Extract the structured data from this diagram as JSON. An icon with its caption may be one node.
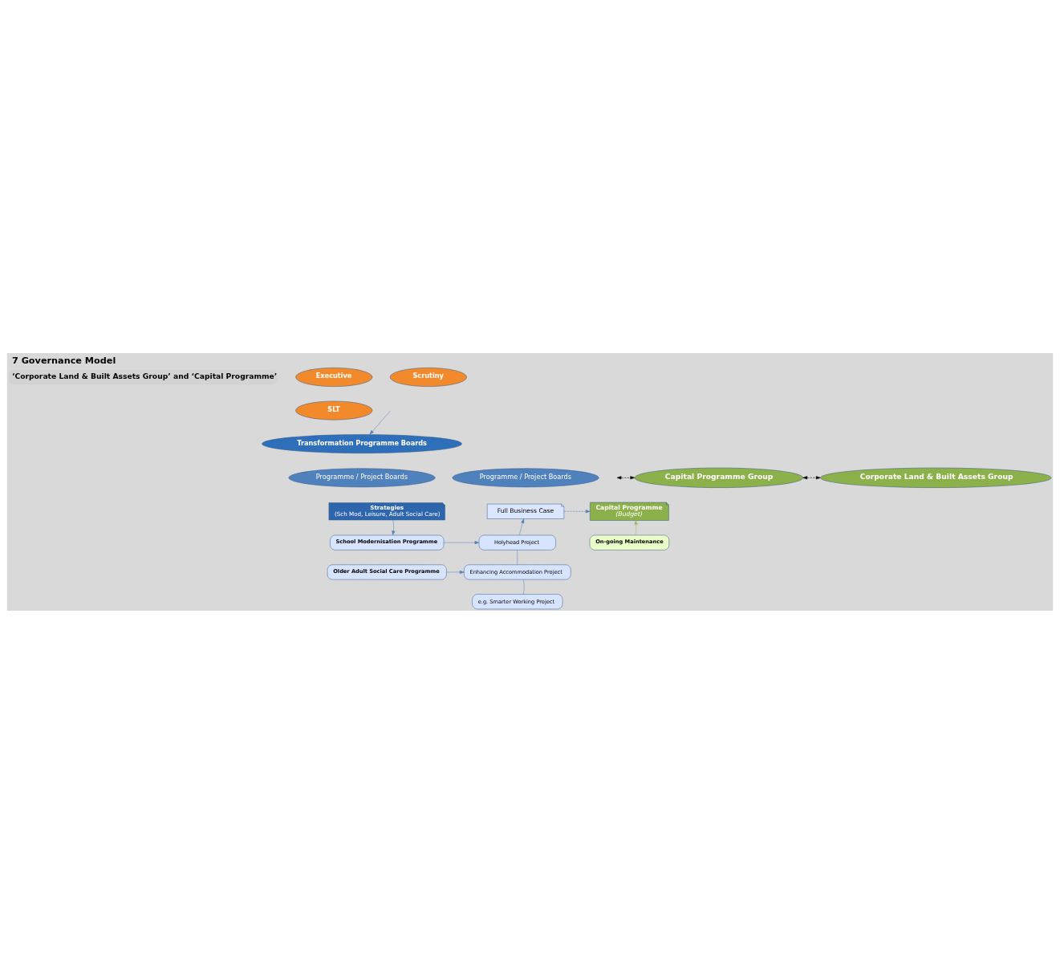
{
  "diagram": {
    "title": "7 Governance Model",
    "nodes": [
      {
        "text": [
          "Executive"
        ]
      },
      {
        "text": [
          "Scrutiny"
        ]
      },
      {
        "text": [
          "SLT"
        ]
      },
      {
        "text": [
          "Transformation Programme Boards"
        ]
      },
      {
        "text": [
          "Programme / Project Boards"
        ]
      },
      {
        "text": [
          "Programme / Project Boards"
        ]
      },
      {
        "text": [
          "Capital Programme Group"
        ]
      },
      {
        "text": [
          "Corporate Land & Built Assets Group"
        ]
      },
      {
        "text": [
          "Strategies",
          "(Sch Mod, Leisure, Adult Social Care)"
        ]
      },
      {
        "text": [
          "Full Business Case"
        ]
      },
      {
        "text": [
          "Capital Programme",
          "(Budget)"
        ]
      },
      {
        "text": [
          "School Modernisation Programme"
        ]
      },
      {
        "text": [
          "Holyhead Project"
        ]
      },
      {
        "text": [
          "Older Adult Social Care Programme"
        ]
      },
      {
        "text": [
          "Enhancing Accommodation Project"
        ]
      },
      {
        "text": [
          "e.g. Smarter Working Project"
        ]
      },
      {
        "text": [
          "On-going Maintenance"
        ]
      }
    ],
    "edges": [
      {
        "from": null,
        "to": 3,
        "arrow": "to"
      },
      {
        "from": null,
        "to": 6,
        "arrow": "both",
        "style": "dashed",
        "color": "#000000"
      },
      {
        "from": 6,
        "to": 7,
        "arrow": "both",
        "style": "dashed",
        "color": "#000000"
      },
      {
        "from": 8,
        "to": 11,
        "arrow": "to"
      },
      {
        "from": 11,
        "to": 12,
        "arrow": "to"
      },
      {
        "from": 13,
        "to": 14,
        "arrow": "to"
      },
      {
        "from": 12,
        "to": 9,
        "arrow": "to"
      },
      {
        "from": 12,
        "to": 14,
        "arrow": "none"
      },
      {
        "from": 14,
        "to": 15,
        "arrow": "none"
      },
      {
        "from": 9,
        "to": 10,
        "arrow": "to",
        "style": "dashed"
      },
      {
        "from": 16,
        "to": 10,
        "arrow": "to",
        "color": "#9bbb59"
      }
    ],
    "labels": [
      "‘Corporate Land & Built Assets Group’ and ‘Capital Programme’"
    ]
  }
}
